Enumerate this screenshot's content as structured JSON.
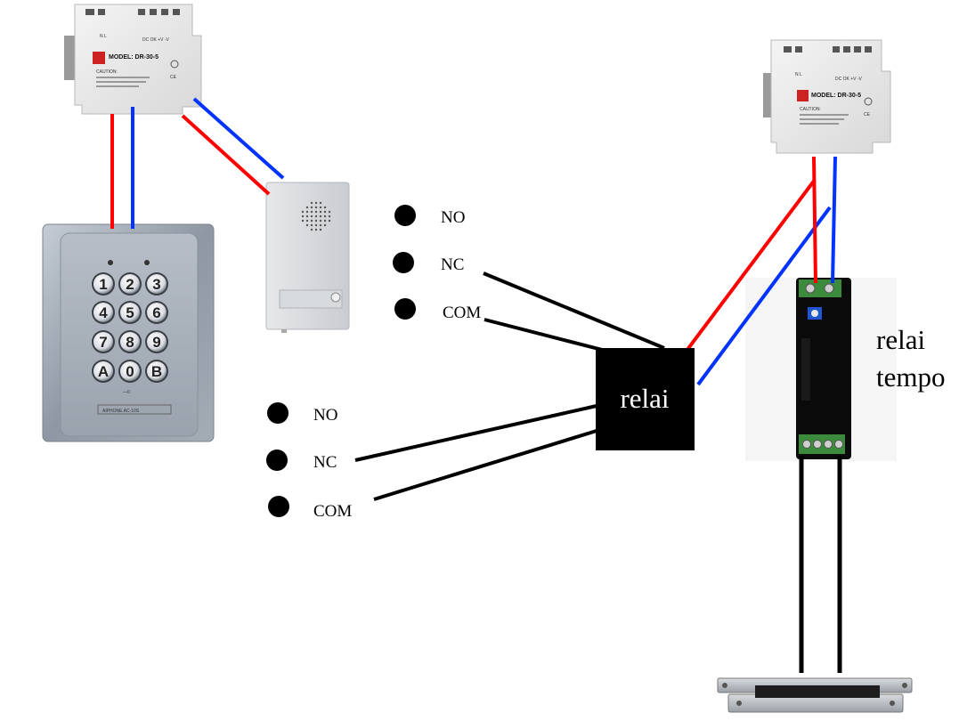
{
  "relay": {
    "label": "relai"
  },
  "timer_relay": {
    "line1": "relai",
    "line2": "tempo"
  },
  "contacts_upper": [
    {
      "label": "NO"
    },
    {
      "label": "NC"
    },
    {
      "label": "COM"
    }
  ],
  "contacts_lower": [
    {
      "label": "NO"
    },
    {
      "label": "NC"
    },
    {
      "label": "COM"
    }
  ],
  "power_supply": {
    "model": "MODEL: DR-30-5",
    "caution": "CAUTION:",
    "terminals": "N L",
    "outputs": "DC OK +V -V"
  },
  "keypad": {
    "keys": [
      "1",
      "2",
      "3",
      "4",
      "5",
      "6",
      "7",
      "8",
      "9",
      "A",
      "0",
      "B"
    ],
    "brand": "AIPHONE AC-10S"
  },
  "colors": {
    "positive_wire": "#ff0000",
    "negative_wire": "#0033ff",
    "signal_wire": "#000000",
    "relay_box": "#000000"
  }
}
